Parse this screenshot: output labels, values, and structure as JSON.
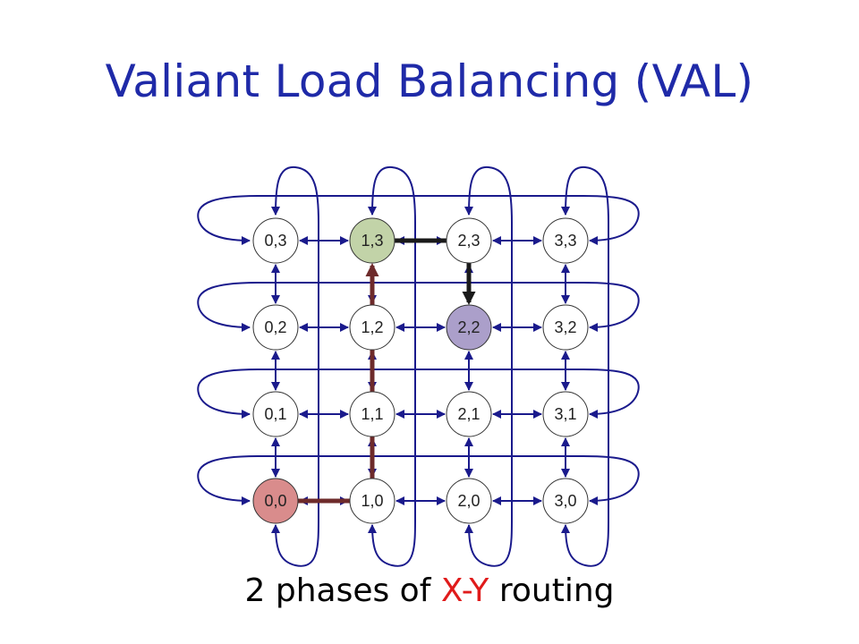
{
  "slide": {
    "title": "Valiant Load Balancing (VAL)",
    "caption": {
      "prefix": "2 phases of ",
      "highlight": "X-Y",
      "suffix": " routing"
    }
  },
  "diagram": {
    "topology": "4x4 torus",
    "colors": {
      "link": "#1a1a8c",
      "node_fill": "#ffffff",
      "node_stroke": "#333333",
      "source": "#d98c8c",
      "intermediate": "#c2d3a8",
      "destination": "#ab9fca",
      "phase1_path": "#6e2b2b",
      "phase2_path": "#1a1a1a"
    },
    "nodes": [
      {
        "id": "0,3",
        "label": "0,3",
        "role": "normal"
      },
      {
        "id": "1,3",
        "label": "1,3",
        "role": "intermediate"
      },
      {
        "id": "2,3",
        "label": "2,3",
        "role": "normal"
      },
      {
        "id": "3,3",
        "label": "3,3",
        "role": "normal"
      },
      {
        "id": "0,2",
        "label": "0,2",
        "role": "normal"
      },
      {
        "id": "1,2",
        "label": "1,2",
        "role": "normal"
      },
      {
        "id": "2,2",
        "label": "2,2",
        "role": "destination"
      },
      {
        "id": "3,2",
        "label": "3,2",
        "role": "normal"
      },
      {
        "id": "0,1",
        "label": "0,1",
        "role": "normal"
      },
      {
        "id": "1,1",
        "label": "1,1",
        "role": "normal"
      },
      {
        "id": "2,1",
        "label": "2,1",
        "role": "normal"
      },
      {
        "id": "3,1",
        "label": "3,1",
        "role": "normal"
      },
      {
        "id": "0,0",
        "label": "0,0",
        "role": "source"
      },
      {
        "id": "1,0",
        "label": "1,0",
        "role": "normal"
      },
      {
        "id": "2,0",
        "label": "2,0",
        "role": "normal"
      },
      {
        "id": "3,0",
        "label": "3,0",
        "role": "normal"
      }
    ],
    "routes": [
      {
        "phase": 1,
        "from": "0,0",
        "via": "1,0",
        "to": "1,3"
      },
      {
        "phase": 2,
        "from": "1,3",
        "via": "2,3",
        "to": "2,2"
      }
    ]
  }
}
